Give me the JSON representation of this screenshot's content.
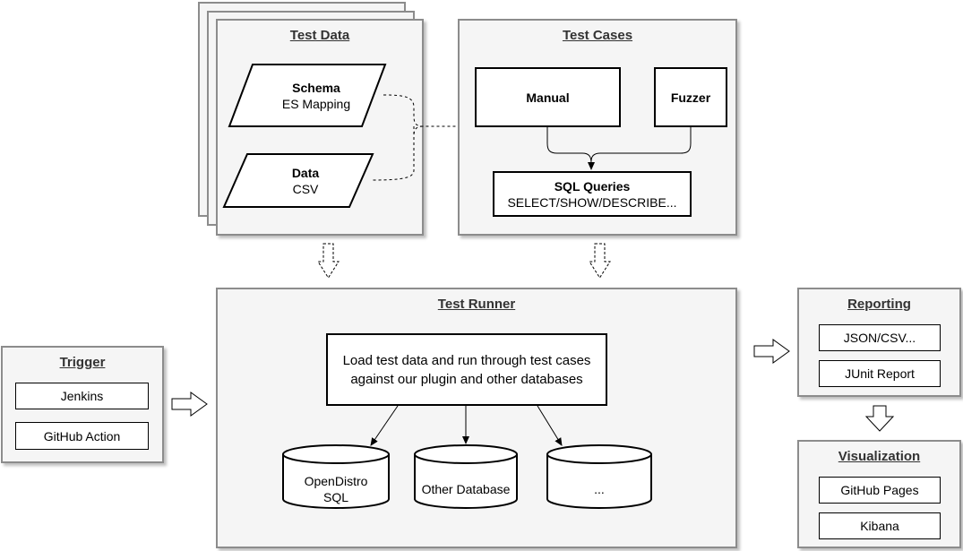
{
  "test_data": {
    "title": "Test Data",
    "schema_title": "Schema",
    "schema_sub": "ES Mapping",
    "data_title": "Data",
    "data_sub": "CSV"
  },
  "test_cases": {
    "title": "Test Cases",
    "manual": "Manual",
    "fuzzer": "Fuzzer",
    "sql_title": "SQL Queries",
    "sql_sub": "SELECT/SHOW/DESCRIBE..."
  },
  "test_runner": {
    "title": "Test Runner",
    "description_line1": "Load test data and run through test cases",
    "description_line2": "against our plugin and other databases",
    "db1_line1": "OpenDistro",
    "db1_line2": "SQL",
    "db2": "Other Database",
    "db3": "..."
  },
  "trigger": {
    "title": "Trigger",
    "items": [
      "Jenkins",
      "GitHub Action"
    ]
  },
  "reporting": {
    "title": "Reporting",
    "items": [
      "JSON/CSV...",
      "JUnit Report"
    ]
  },
  "visualization": {
    "title": "Visualization",
    "items": [
      "GitHub Pages",
      "Kibana"
    ]
  },
  "colors": {
    "panel_fill": "#f5f5f5",
    "panel_border": "#8c8c8c",
    "title_text": "#333333",
    "stroke": "#000000"
  }
}
